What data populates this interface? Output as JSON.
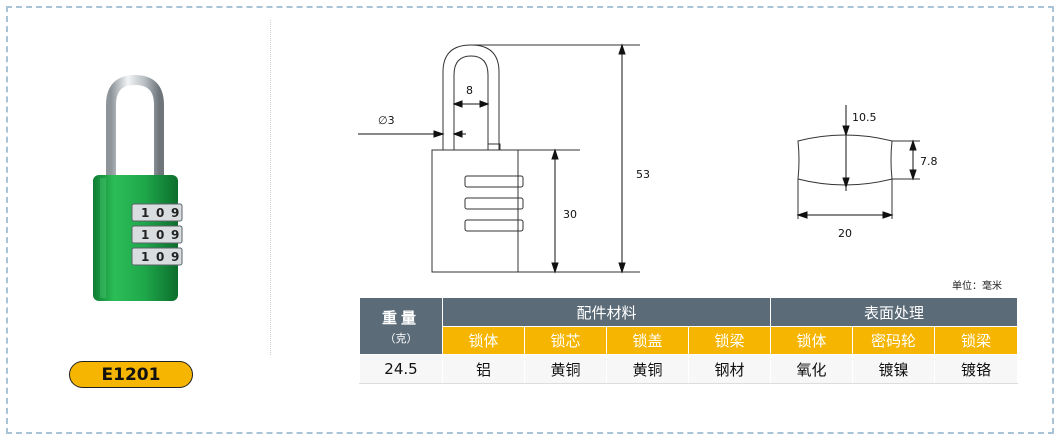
{
  "product": {
    "model": "E1201",
    "dial_digits": [
      "1",
      "0",
      "9"
    ]
  },
  "drawing": {
    "shackle_width": "8",
    "shackle_diameter": "∅3",
    "total_height": "53",
    "body_height": "30",
    "key_depth": "10.5",
    "key_thickness": "7.8",
    "key_width": "20"
  },
  "unit_note": "单位：毫米",
  "spec_table": {
    "weight_header": "重量",
    "weight_unit": "（克）",
    "group_materials": "配件材料",
    "group_surface": "表面处理",
    "material_columns": [
      "锁体",
      "锁芯",
      "锁盖",
      "锁梁"
    ],
    "surface_columns": [
      "锁体",
      "密码轮",
      "锁梁"
    ],
    "row": {
      "weight": "24.5",
      "materials": [
        "铝",
        "黄铜",
        "黄铜",
        "钢材"
      ],
      "surface": [
        "氧化",
        "镀镍",
        "镀铬"
      ]
    }
  },
  "colors": {
    "header_gray": "#5b6b78",
    "header_orange": "#f6b500",
    "lock_green": "#1fa84b",
    "frame_dash": "#a9c4d6"
  }
}
